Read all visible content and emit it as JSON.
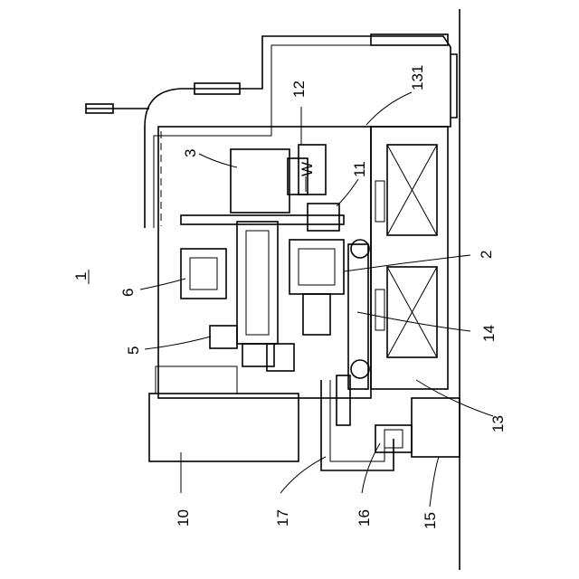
{
  "figure": {
    "ref_labels": {
      "machine": "1",
      "spindle_head": "3",
      "chuck": "2",
      "tool_unit_6": "6",
      "tool_unit_5": "5",
      "workpiece": "W",
      "sensor_11": "11",
      "part_12": "12",
      "part_131": "131",
      "base": "13",
      "rail": "14",
      "tank": "10",
      "pipe": "17",
      "pump": "16",
      "floor_block": "15"
    }
  }
}
